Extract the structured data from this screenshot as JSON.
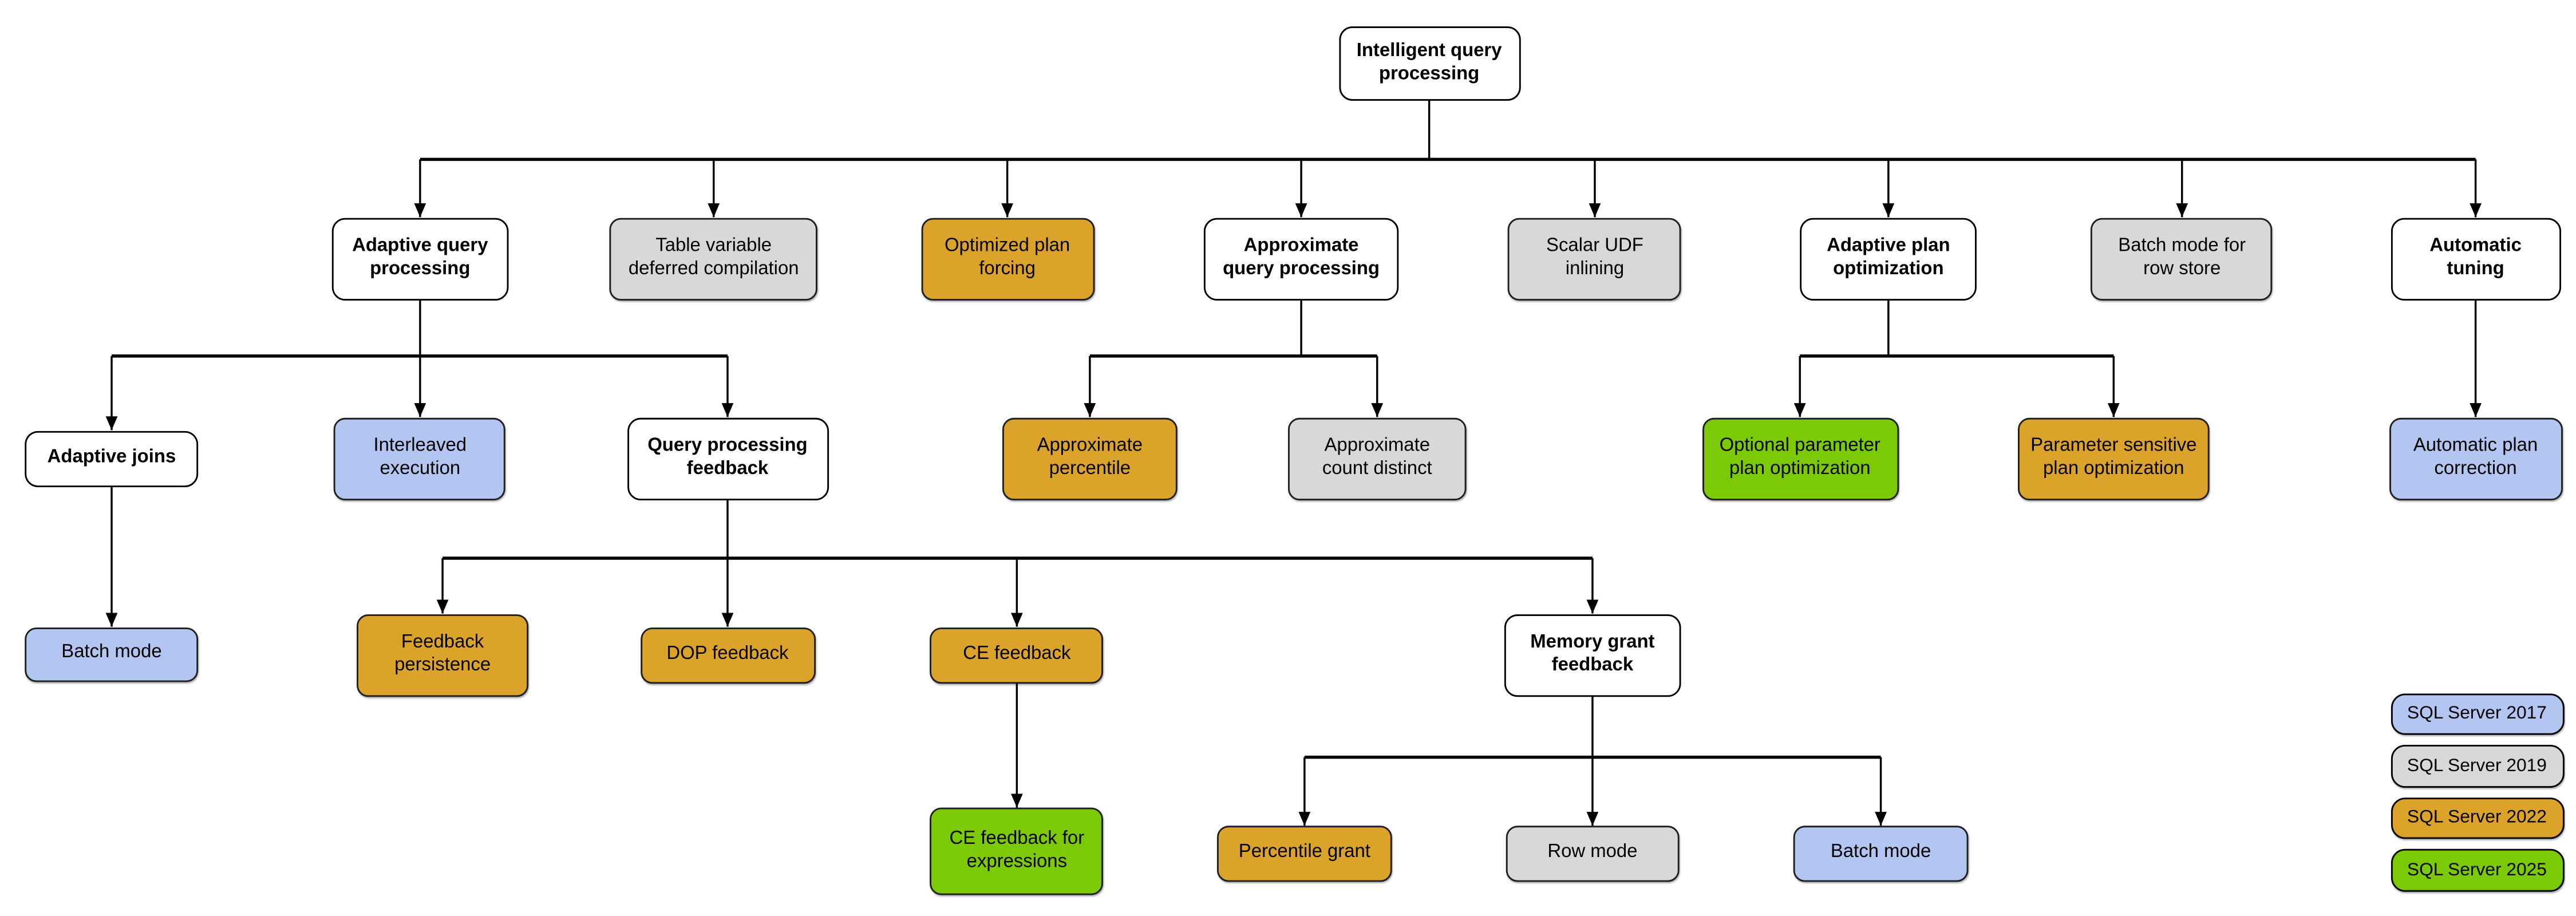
{
  "diagram": {
    "canvas_background": "#FFFFFF",
    "line_color": "#000000",
    "text_color": "#000000",
    "parent_node_fill": "#FFFFFF",
    "versions": [
      {
        "id": "2017",
        "label": "SQL Server 2017",
        "color": "#B3C6F2"
      },
      {
        "id": "2019",
        "label": "SQL Server 2019",
        "color": "#D8D8D8"
      },
      {
        "id": "2022",
        "label": "SQL Server 2022",
        "color": "#DCA32A"
      },
      {
        "id": "2025",
        "label": "SQL Server 2025",
        "color": "#7BCA05"
      }
    ],
    "nodes": [
      {
        "id": "root",
        "label": "Intelligent query\nprocessing",
        "version": "parent",
        "parent": null
      },
      {
        "id": "adaptive-query-processing",
        "label": "Adaptive query\nprocessing",
        "version": "parent",
        "parent": "root"
      },
      {
        "id": "table-variable-deferred-compilation",
        "label": "Table variable\ndeferred compilation",
        "version": "2019",
        "parent": "root"
      },
      {
        "id": "optimized-plan-forcing",
        "label": "Optimized plan\nforcing",
        "version": "2022",
        "parent": "root"
      },
      {
        "id": "approximate-query-processing",
        "label": "Approximate\nquery processing",
        "version": "parent",
        "parent": "root"
      },
      {
        "id": "scalar-udf-inlining",
        "label": "Scalar UDF\ninlining",
        "version": "2019",
        "parent": "root"
      },
      {
        "id": "adaptive-plan-optimization",
        "label": "Adaptive plan\noptimization",
        "version": "parent",
        "parent": "root"
      },
      {
        "id": "batch-mode-for-row-store",
        "label": "Batch mode for\nrow store",
        "version": "2019",
        "parent": "root"
      },
      {
        "id": "automatic-tuning",
        "label": "Automatic\ntuning",
        "version": "parent",
        "parent": "root"
      },
      {
        "id": "adaptive-joins",
        "label": "Adaptive joins",
        "version": "parent",
        "parent": "adaptive-query-processing"
      },
      {
        "id": "interleaved-execution",
        "label": "Interleaved\nexecution",
        "version": "2017",
        "parent": "adaptive-query-processing"
      },
      {
        "id": "query-processing-feedback",
        "label": "Query processing\nfeedback",
        "version": "parent",
        "parent": "adaptive-query-processing"
      },
      {
        "id": "approximate-percentile",
        "label": "Approximate\npercentile",
        "version": "2022",
        "parent": "approximate-query-processing"
      },
      {
        "id": "approximate-count-distinct",
        "label": "Approximate\ncount distinct",
        "version": "2019",
        "parent": "approximate-query-processing"
      },
      {
        "id": "optional-parameter-plan-optimization",
        "label": "Optional parameter\nplan optimization",
        "version": "2025",
        "parent": "adaptive-plan-optimization"
      },
      {
        "id": "parameter-sensitive-plan-optimization",
        "label": "Parameter sensitive\nplan optimization",
        "version": "2022",
        "parent": "adaptive-plan-optimization"
      },
      {
        "id": "automatic-plan-correction",
        "label": "Automatic plan\ncorrection",
        "version": "2017",
        "parent": "automatic-tuning"
      },
      {
        "id": "batch-mode-adaptive",
        "label": "Batch mode",
        "version": "2017",
        "parent": "adaptive-joins"
      },
      {
        "id": "feedback-persistence",
        "label": "Feedback\npersistence",
        "version": "2022",
        "parent": "query-processing-feedback"
      },
      {
        "id": "dop-feedback",
        "label": "DOP feedback",
        "version": "2022",
        "parent": "query-processing-feedback"
      },
      {
        "id": "ce-feedback",
        "label": "CE feedback",
        "version": "2022",
        "parent": "query-processing-feedback"
      },
      {
        "id": "memory-grant-feedback",
        "label": "Memory grant\nfeedback",
        "version": "parent",
        "parent": "query-processing-feedback"
      },
      {
        "id": "ce-feedback-for-expressions",
        "label": "CE feedback for\nexpressions",
        "version": "2025",
        "parent": "ce-feedback"
      },
      {
        "id": "percentile-grant",
        "label": "Percentile grant",
        "version": "2022",
        "parent": "memory-grant-feedback"
      },
      {
        "id": "row-mode",
        "label": "Row mode",
        "version": "2019",
        "parent": "memory-grant-feedback"
      },
      {
        "id": "batch-mode-memory-grant",
        "label": "Batch mode",
        "version": "2017",
        "parent": "memory-grant-feedback"
      }
    ]
  }
}
